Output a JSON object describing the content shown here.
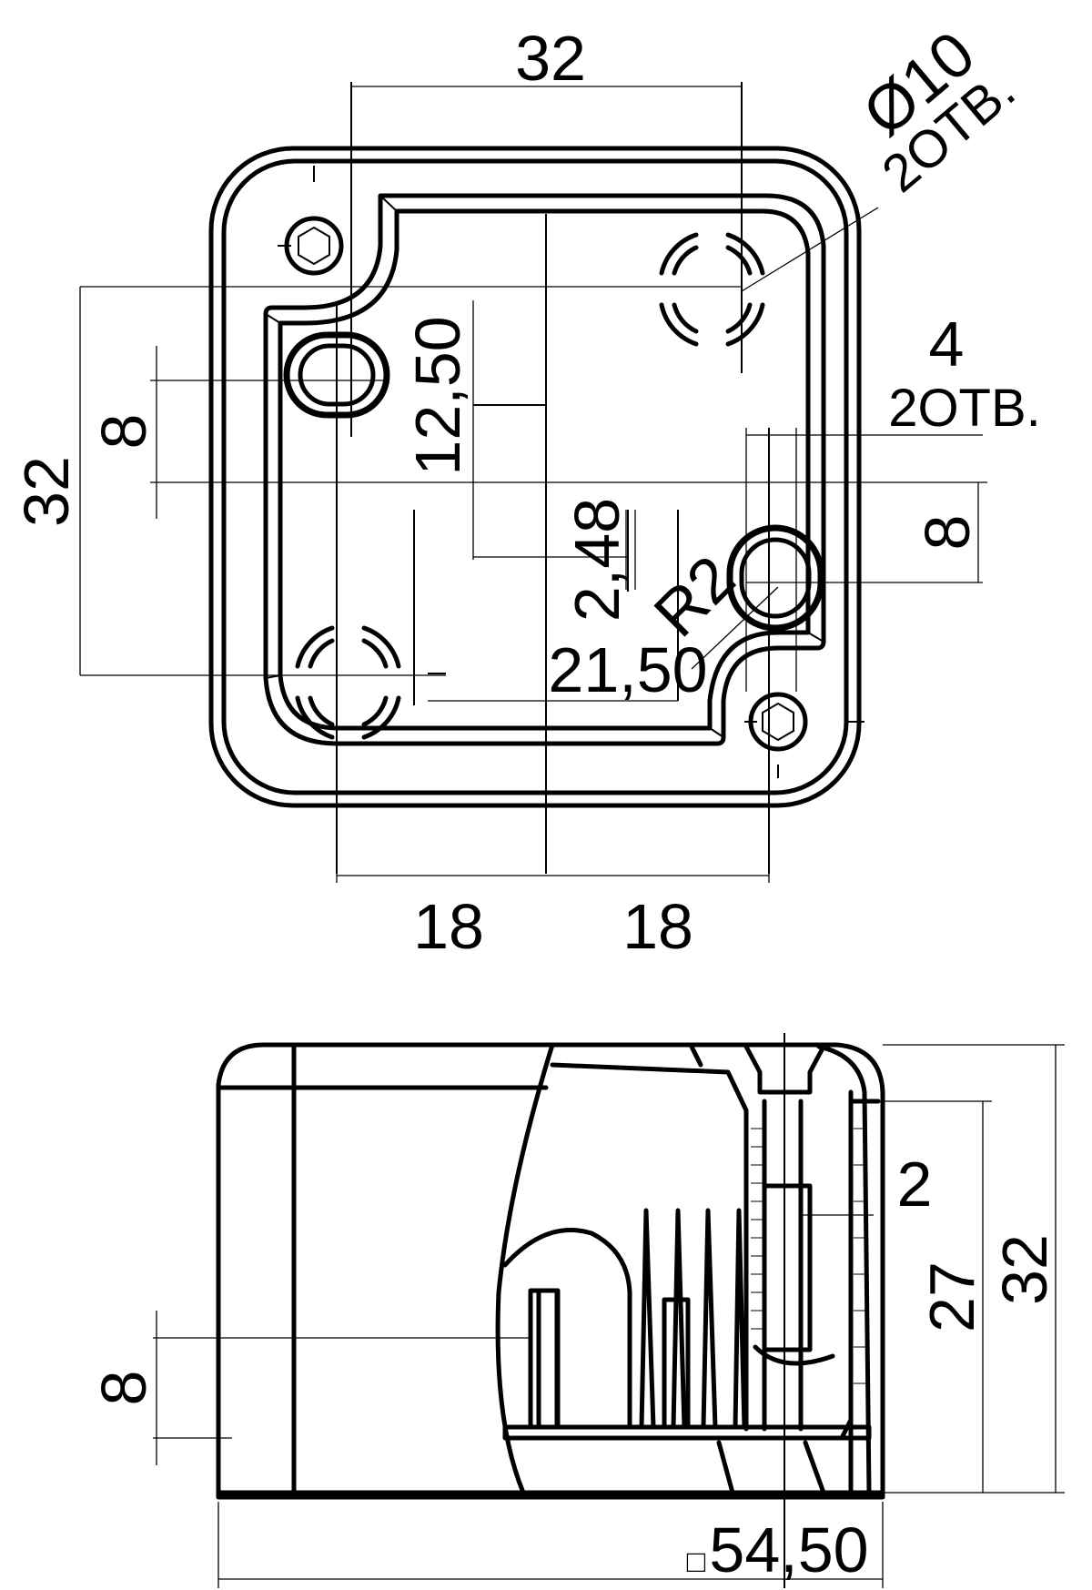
{
  "top_view": {
    "dim_top_width": "32",
    "dim_hole_dia": "Ø10",
    "dim_hole_count_1": "2ОТВ.",
    "dim_slot_width": "4",
    "dim_slot_count": "2ОТВ.",
    "dim_left_height": "32",
    "dim_left_slot": "8",
    "dim_right_slot": "8",
    "dim_center_v": "12,50",
    "dim_offset": "2,48",
    "dim_radius": "R2",
    "dim_center_h": "21,50",
    "dim_bottom_left": "18",
    "dim_bottom_right": "18"
  },
  "side_view": {
    "dim_left_height": "8",
    "dim_wall": "2",
    "dim_inner_height": "27",
    "dim_total_height": "32",
    "dim_length_prefix": "□",
    "dim_length": "54,50"
  }
}
